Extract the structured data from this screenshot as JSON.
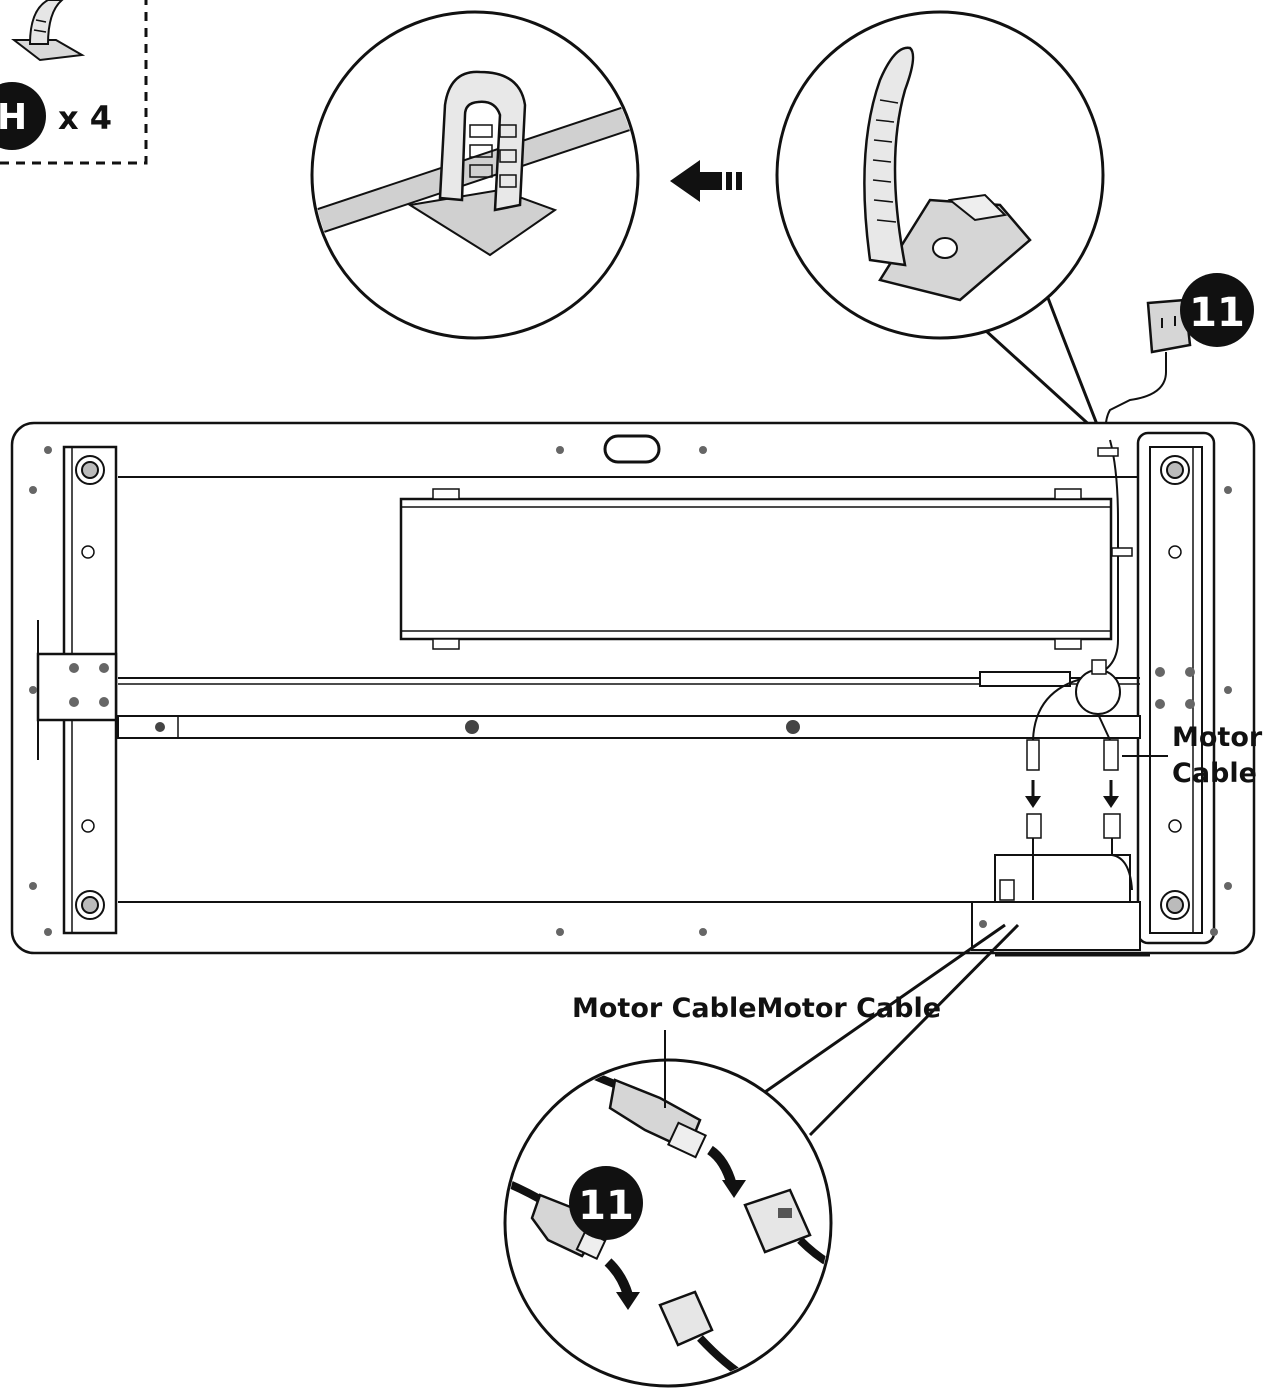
{
  "part_box": {
    "badge_letter": "H",
    "quantity": "x 4"
  },
  "step_badges": {
    "top": "11",
    "bottom": "11"
  },
  "labels": {
    "motor_cable_side_line1": "Motor",
    "motor_cable_side_line2": "Cable",
    "motor_cable_bottom": "Motor CableMotor Cable"
  },
  "colors": {
    "ink": "#111111",
    "part_fill": "#d9d9d9",
    "part_fill_dark": "#bdbdbd",
    "background": "#ffffff"
  }
}
